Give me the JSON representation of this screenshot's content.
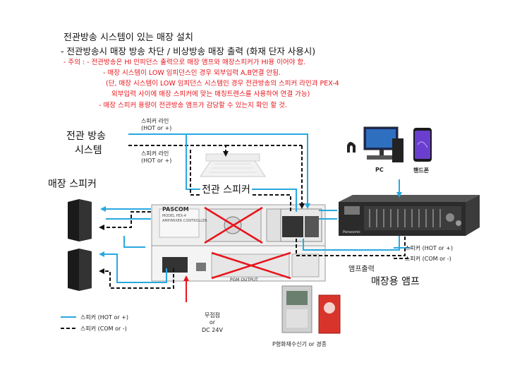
{
  "heading": {
    "title": "전관방송 시스템이 있는 매장 설치",
    "subtitle": "-  전관방송시 매장 방송 차단 / 비상방송 매장 출력 (화재 단자 사용시)"
  },
  "notes": [
    "-  주의 : - 전관방송은 HI 인피던스 출력으로 매장 앰프와 매장스피커가 HI용 이어야 함.",
    "- 매장 시스템이 LOW 임피던스인 경우 외부입력 A,B연결 안됨.",
    "(단, 매장 시스템이 LOW 임피던스 시스템인 경우 전관방송의 스피커 라인과 PEX-4",
    "외부입력 사이에 매장 스피커에 맞는 매칭트렌스를 사용하여 연결 가능)",
    "- 매장 스피커 용량이 전관방송 앰프가 감당할 수 있는지 확인 할 것."
  ],
  "labels": {
    "pa_system": "전관 방송\n시스템",
    "pa_system_l1": "전관 방송",
    "pa_system_l2": "시스템",
    "store_speaker": "매장 스피커",
    "pa_speaker": "전관 스피커",
    "store_amp": "매장용 앰프",
    "amp_output": "앰프출력",
    "pc": "PC",
    "phone": "핸드폰",
    "fire_panel": "P형화재수신기 or 경종",
    "contact_l1": "무접점",
    "contact_l2": "or",
    "contact_l3": "DC 24V",
    "speaker_line": "스피커 라인",
    "hot_plus": "(HOT or +)",
    "device_brand": "PASCOM",
    "device_model": "MODEL PEX-4",
    "device_sub": "AMP/MIXER CONTROLLER",
    "pgm_output": "PGM OUTPUT",
    "amp_brand": "Panasonic"
  },
  "legends": {
    "right": [
      {
        "label": "스피커 (HOT or +)",
        "style": "solid",
        "color": "#29a8e0"
      },
      {
        "label": "스피커 (COM or -)",
        "style": "dashed",
        "color": "#111111"
      }
    ],
    "left": [
      {
        "label": "스피커 (HOT or +)",
        "style": "solid",
        "color": "#29a8e0"
      },
      {
        "label": "스피커 (COM or -)",
        "style": "dashed",
        "color": "#111111"
      }
    ]
  },
  "colors": {
    "hot": "#29a8e0",
    "com": "#111111",
    "note": "#e8141b",
    "cross": "#e8141b",
    "fire_wire": "#e8141b"
  },
  "icons": [
    "pc-icon",
    "smartphone-icon",
    "ceiling-speaker-icon",
    "wall-speaker-icon",
    "fire-panel-icon",
    "amplifier-icon"
  ]
}
